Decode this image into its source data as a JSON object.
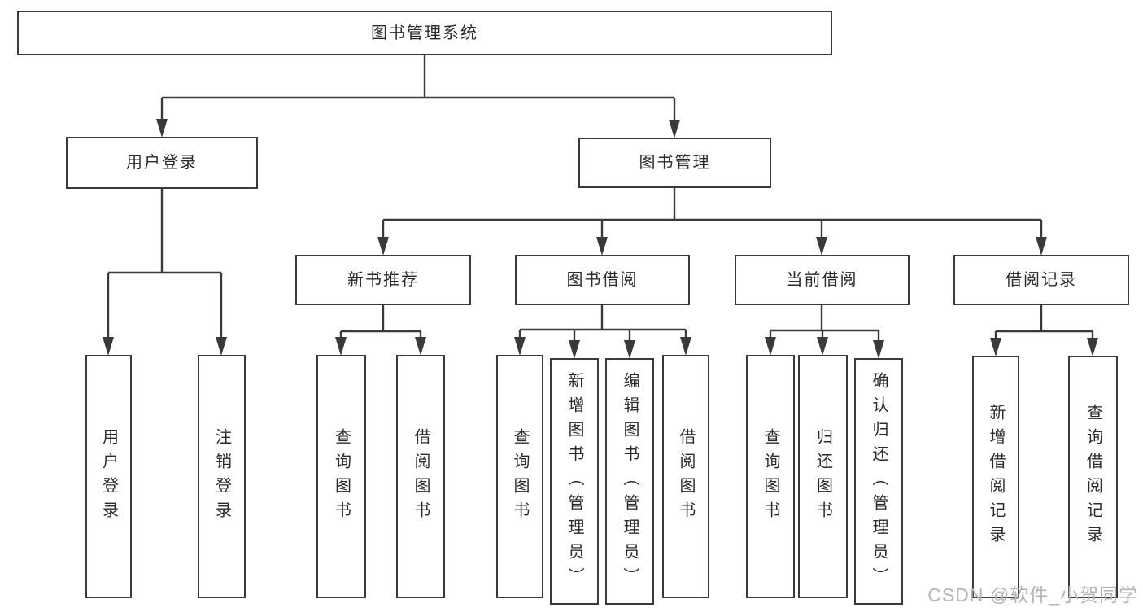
{
  "diagram": {
    "nodes": {
      "root": {
        "label": "图书管理系统"
      },
      "user_login_branch": {
        "label": "用户登录"
      },
      "book_management": {
        "label": "图书管理"
      },
      "new_book_recommend": {
        "label": "新书推荐"
      },
      "book_borrow": {
        "label": "图书借阅"
      },
      "current_borrow": {
        "label": "当前借阅"
      },
      "borrow_record": {
        "label": "借阅记录"
      },
      "user_login": {
        "label": "用户登录"
      },
      "logout_login": {
        "label": "注销登录"
      },
      "query_book_recommend": {
        "label": "查询图书"
      },
      "borrow_book_recommend": {
        "label": "借阅图书"
      },
      "query_book_borrow": {
        "label": "查询图书"
      },
      "add_book_admin": {
        "label": "新增图书（管理员）"
      },
      "edit_book_admin": {
        "label": "编辑图书（管理员）"
      },
      "borrow_book_borrow": {
        "label": "借阅图书"
      },
      "query_book_current": {
        "label": "查询图书"
      },
      "return_book": {
        "label": "归还图书"
      },
      "confirm_return_admin": {
        "label": "确认归还（管理员）"
      },
      "add_borrow_record": {
        "label": "新增借阅记录"
      },
      "query_borrow_record": {
        "label": "查询借阅记录"
      }
    },
    "edges": [
      [
        "root",
        "user_login_branch"
      ],
      [
        "root",
        "book_management"
      ],
      [
        "user_login_branch",
        "user_login"
      ],
      [
        "user_login_branch",
        "logout_login"
      ],
      [
        "book_management",
        "new_book_recommend"
      ],
      [
        "book_management",
        "book_borrow"
      ],
      [
        "book_management",
        "current_borrow"
      ],
      [
        "book_management",
        "borrow_record"
      ],
      [
        "new_book_recommend",
        "query_book_recommend"
      ],
      [
        "new_book_recommend",
        "borrow_book_recommend"
      ],
      [
        "book_borrow",
        "query_book_borrow"
      ],
      [
        "book_borrow",
        "add_book_admin"
      ],
      [
        "book_borrow",
        "edit_book_admin"
      ],
      [
        "book_borrow",
        "borrow_book_borrow"
      ],
      [
        "current_borrow",
        "query_book_current"
      ],
      [
        "current_borrow",
        "return_book"
      ],
      [
        "current_borrow",
        "confirm_return_admin"
      ],
      [
        "borrow_record",
        "add_borrow_record"
      ],
      [
        "borrow_record",
        "query_borrow_record"
      ]
    ],
    "watermark": "CSDN @软件_小贺同学",
    "colors": {
      "line": "#3a3a3a",
      "text": "#2b2b2b",
      "background": "#ffffff",
      "watermark": "#b5b3b3"
    }
  }
}
